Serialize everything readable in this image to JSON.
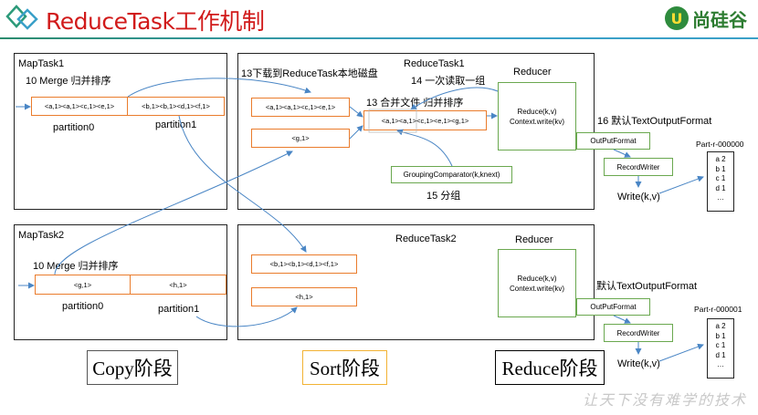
{
  "header": {
    "title": "ReduceTask工作机制",
    "brand_mark": "U",
    "brand_text": "尚硅谷"
  },
  "colors": {
    "title_red": "#d11a1a",
    "orange_box": "#ea7c2c",
    "green_box": "#6aa84f",
    "arrow_blue": "#4a86c5",
    "sort_phase_border": "#f2b233"
  },
  "maptask1": {
    "label": "MapTask1",
    "merge_note": "10 Merge 归并排序",
    "cells": [
      "<a,1><a,1><c,1><e,1>",
      "<b,1><b,1><d,1><f,1>"
    ],
    "partition_labels": [
      "partition0",
      "partition1"
    ]
  },
  "maptask2": {
    "label": "MapTask2",
    "merge_note": "10 Merge 归并排序",
    "cells": [
      "<g,1>",
      "<h,1>"
    ],
    "partition_labels": [
      "partition0",
      "partition1"
    ]
  },
  "reducetask1": {
    "label": "ReduceTask1",
    "copy_note": "13下载到ReduceTask本地磁盘",
    "read_note": "14 一次读取一组",
    "merge_note": "13 合并文件 归并排序",
    "boxes": [
      "<a,1><a,1><c,1><e,1>",
      "<g,1>"
    ],
    "merged": "<a,1><a,1><c,1><e,1><g,1>",
    "grouping": "GroupingComparator(k,knext)",
    "group_note": "15 分组",
    "reducer_label": "Reducer",
    "reducer_lines": [
      "Reduce(k,v)",
      "Context.write(kv)"
    ],
    "output_note": "16 默认TextOutputFormat",
    "output_format": "OutPutFormat",
    "record_writer": "RecordWriter",
    "write": "Write(k,v)",
    "file_name": "Part-r-000000",
    "file_lines": [
      "a 2",
      "b 1",
      "c 1",
      "d 1",
      "…"
    ]
  },
  "reducetask2": {
    "label": "ReduceTask2",
    "boxes": [
      "<b,1><b,1><d,1><f,1>",
      "<h,1>"
    ],
    "reducer_label": "Reducer",
    "reducer_lines": [
      "Reduce(k,v)",
      "Context.write(kv)"
    ],
    "output_note": "默认TextOutputFormat",
    "output_format": "OutPutFormat",
    "record_writer": "RecordWriter",
    "write": "Write(k,v)",
    "file_name": "Part-r-000001",
    "file_lines": [
      "a 2",
      "b 1",
      "c 1",
      "d 1",
      "…"
    ]
  },
  "phases": [
    "Copy阶段",
    "Sort阶段",
    "Reduce阶段"
  ],
  "watermark": "让天下没有难学的技术"
}
